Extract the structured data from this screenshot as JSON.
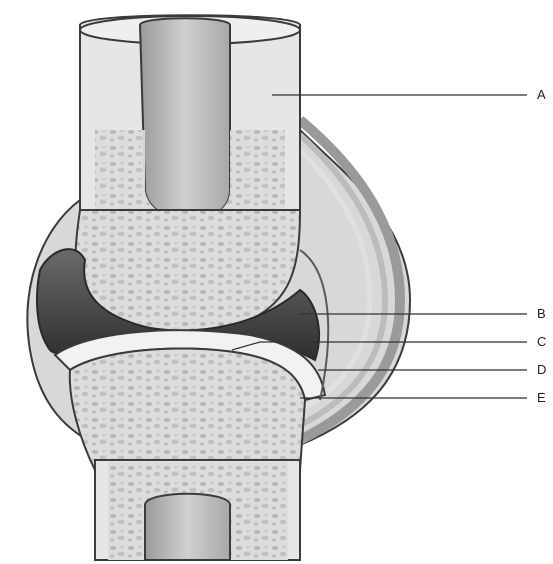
{
  "labels": {
    "a": "A",
    "b": "B",
    "c": "C",
    "d": "D",
    "e": "E"
  },
  "colors": {
    "outline": "#3a3a3a",
    "compact_bone": "#e6e6e6",
    "spongy_bone": "#d4d4d4",
    "marrow_cavity": "#b8b8b8",
    "joint_cavity": "#4a4a4a",
    "cartilage": "#f2f2f2",
    "capsule": "#cfcfcf"
  }
}
